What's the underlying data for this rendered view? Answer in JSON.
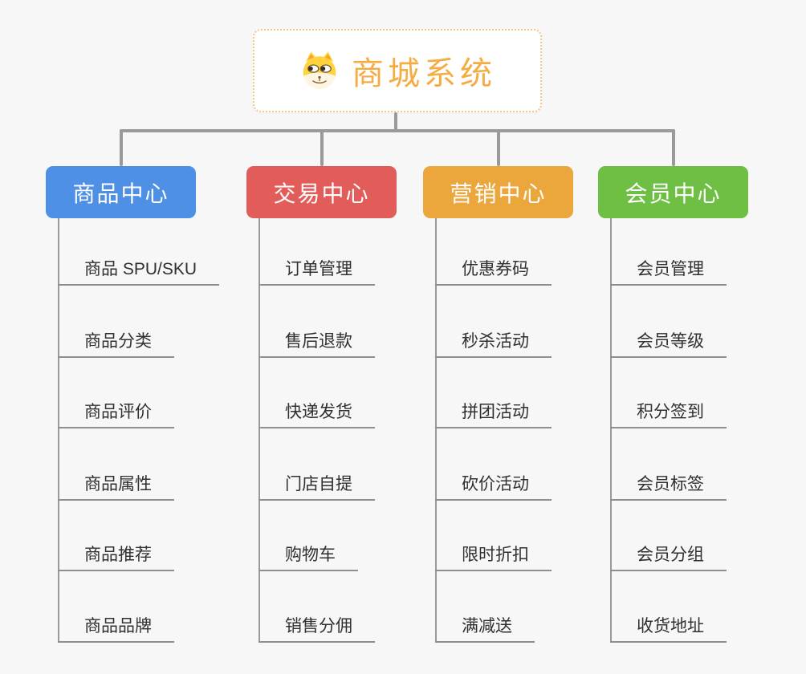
{
  "page": {
    "background": "#f7f7f7",
    "connector_color": "#9a9a9a",
    "leaf_text_color": "#303030"
  },
  "root": {
    "title": "商城系统",
    "icon": "doge-icon",
    "accent_color": "#f5ad43",
    "border_color": "#f3c886",
    "background": "#ffffff"
  },
  "branches": [
    {
      "label": "商品中心",
      "color": "#4d90e6",
      "text_color": "#ffffff",
      "children": [
        "商品 SPU/SKU",
        "商品分类",
        "商品评价",
        "商品属性",
        "商品推荐",
        "商品品牌"
      ]
    },
    {
      "label": "交易中心",
      "color": "#e25c5a",
      "text_color": "#ffffff",
      "children": [
        "订单管理",
        "售后退款",
        "快递发货",
        "门店自提",
        "购物车",
        "销售分佣"
      ]
    },
    {
      "label": "营销中心",
      "color": "#eba63c",
      "text_color": "#ffffff",
      "children": [
        "优惠券码",
        "秒杀活动",
        "拼团活动",
        "砍价活动",
        "限时折扣",
        "满减送"
      ]
    },
    {
      "label": "会员中心",
      "color": "#6fbf44",
      "text_color": "#ffffff",
      "children": [
        "会员管理",
        "会员等级",
        "积分签到",
        "会员标签",
        "会员分组",
        "收货地址"
      ]
    }
  ]
}
